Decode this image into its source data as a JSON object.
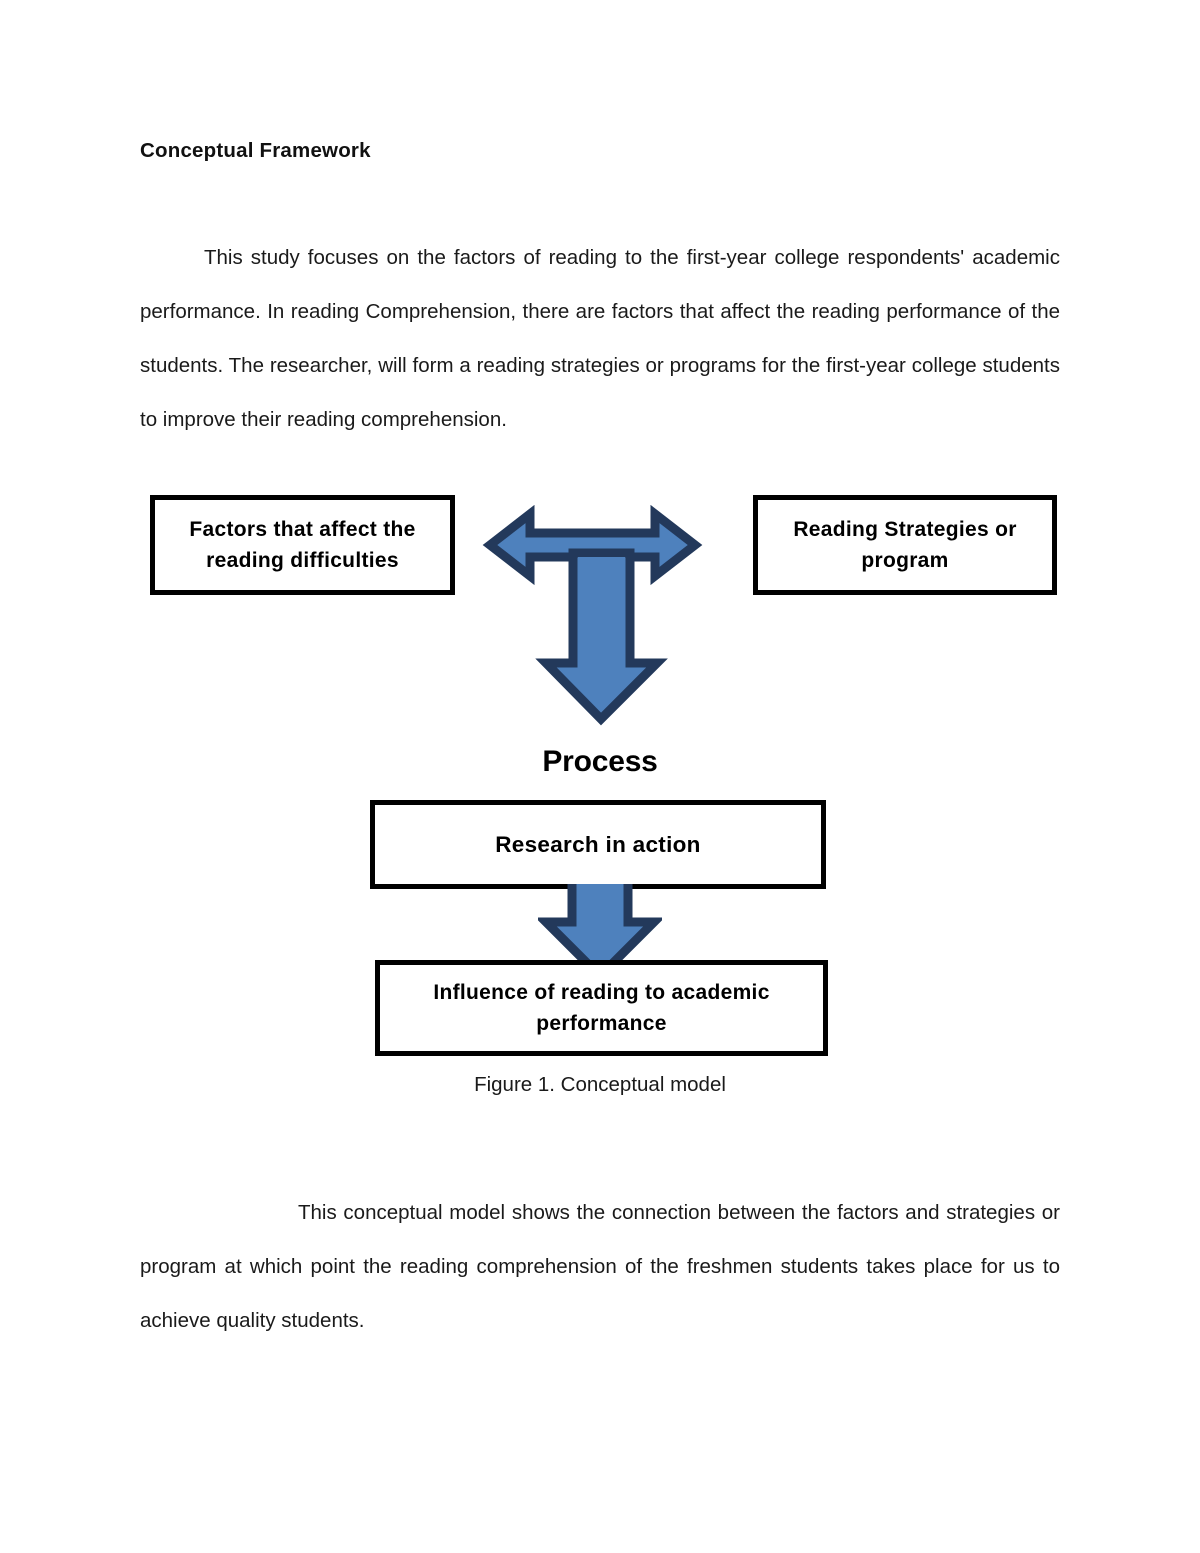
{
  "document": {
    "heading": "Conceptual Framework",
    "paragraphs": {
      "intro": "This study focuses on the factors of reading to the first-year college respondents' academic performance. In reading Comprehension, there are factors that affect the reading performance of the students. The researcher, will form a reading strategies or programs for the first-year college students to improve their reading comprehension.",
      "closing": "This conceptual model shows the connection between the factors and strategies or program at which point the reading comprehension of the freshmen students takes place for us to achieve quality students."
    }
  },
  "figure": {
    "caption": "Figure 1. Conceptual model",
    "process_label": "Process",
    "boxes": {
      "factors": {
        "line1": "Factors that affect the",
        "line2": "reading difficulties"
      },
      "strategies": {
        "line1": "Reading Strategies or",
        "line2": "program"
      },
      "research": {
        "line1": "Research in action"
      },
      "influence": {
        "line1": "Influence of reading to academic",
        "line2": "performance"
      }
    },
    "arrows": {
      "t_arrow_name": "bidirectional-horizontal-and-down-arrow",
      "small_arrow_name": "down-arrow"
    },
    "colors": {
      "arrow_fill": "#4E81BD",
      "arrow_outline": "#23395B",
      "box_border": "#000000",
      "box_fill": "#FFFFFF",
      "text": "#000000"
    }
  }
}
